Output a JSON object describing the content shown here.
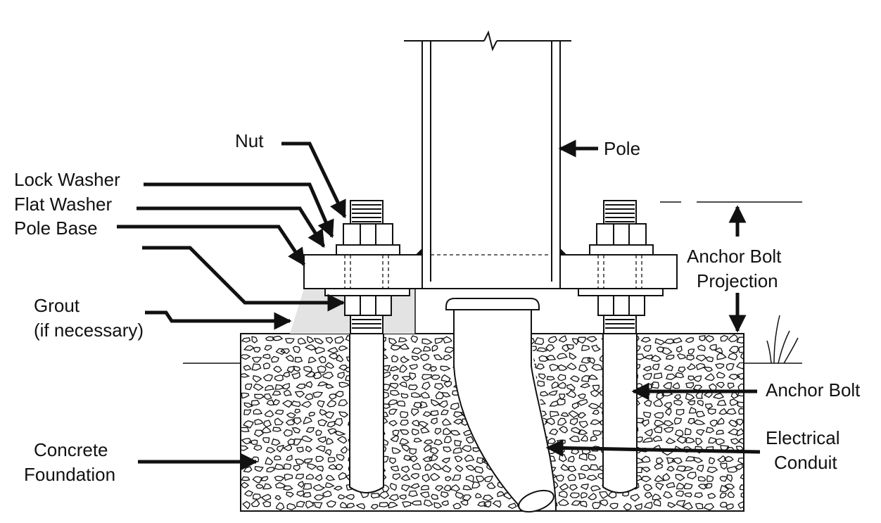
{
  "colors": {
    "ink": "#111111",
    "grout": "#e3e3e3",
    "paper": "#ffffff"
  },
  "labels": {
    "nut": "Nut",
    "pole": "Pole",
    "lock_washer": "Lock Washer",
    "flat_washer": "Flat Washer",
    "pole_base": "Pole Base",
    "grout_1": "Grout",
    "grout_2": "(if necessary)",
    "projection_1": "Anchor Bolt",
    "projection_2": "Projection",
    "anchor_bolt": "Anchor Bolt",
    "conduit_1": "Electrical",
    "conduit_2": "Conduit",
    "concrete_1": "Concrete",
    "concrete_2": "Foundation"
  }
}
